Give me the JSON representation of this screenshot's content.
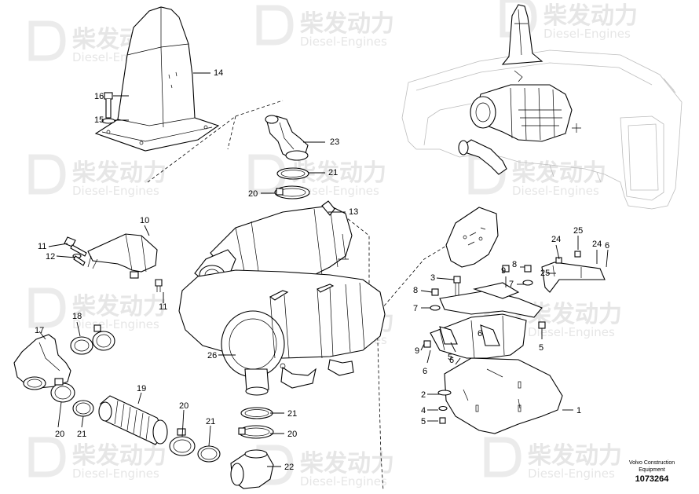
{
  "watermark": {
    "brand_cn": "柴发动力",
    "brand_en": "Diesel-Engines"
  },
  "footer": {
    "line1": "Volvo Construction",
    "line2": "Equipment",
    "number": "1073264"
  },
  "callouts": [
    "14",
    "16",
    "15",
    "23",
    "21",
    "20",
    "13",
    "10",
    "11",
    "12",
    "11",
    "17",
    "18",
    "20",
    "21",
    "19",
    "20",
    "21",
    "26",
    "21",
    "20",
    "22",
    "24",
    "25",
    "24",
    "6",
    "3",
    "9",
    "8",
    "8",
    "7",
    "7",
    "25",
    "9",
    "6",
    "6",
    "5",
    "6",
    "2",
    "4",
    "5",
    "1",
    "5"
  ]
}
